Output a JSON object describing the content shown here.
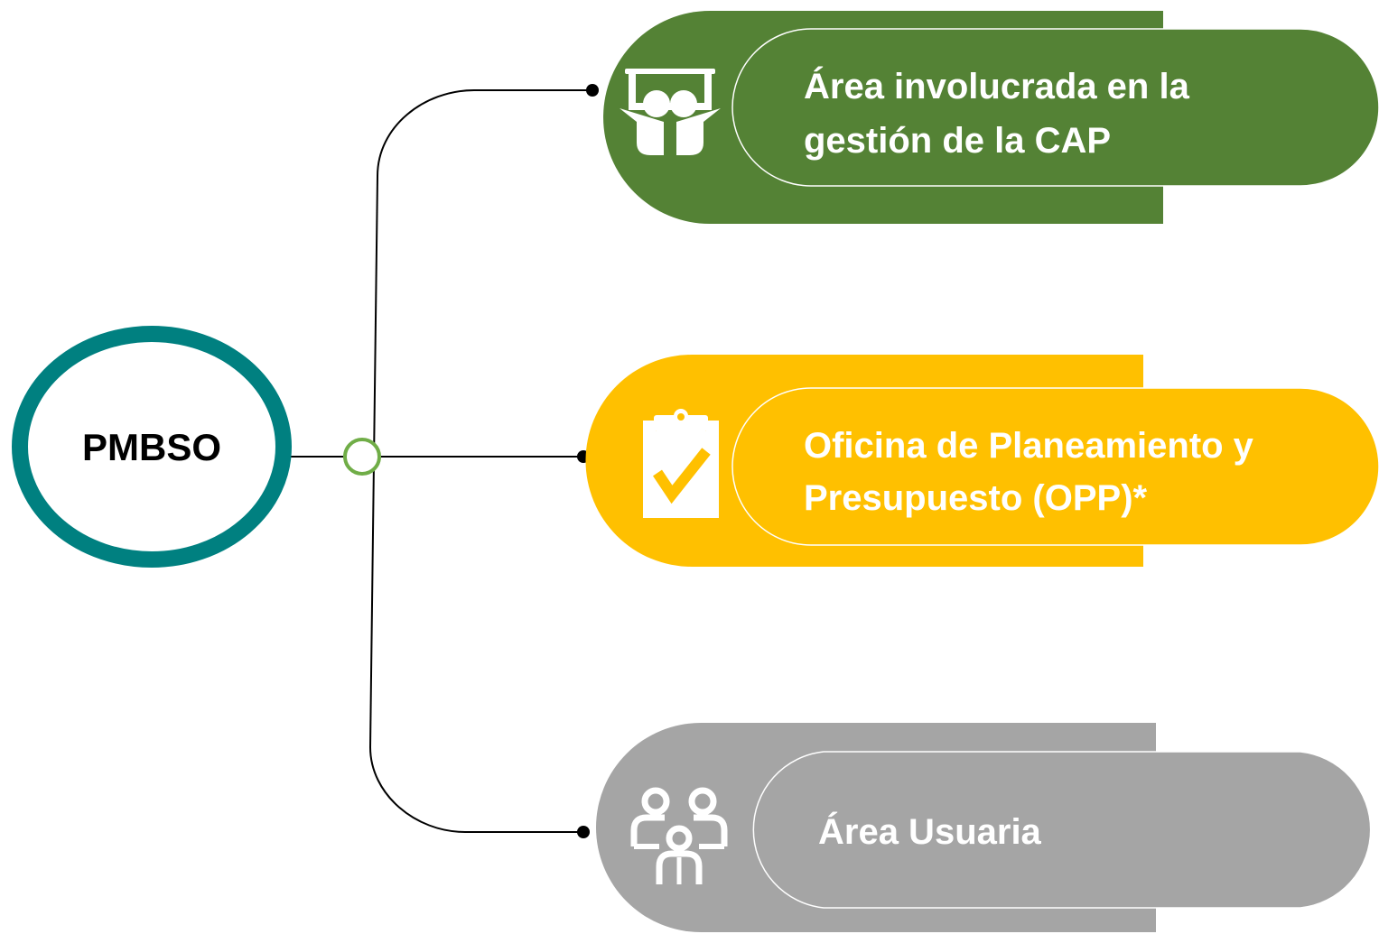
{
  "root": {
    "label": "PMBSO",
    "ring_color": "#008080"
  },
  "branches": [
    {
      "label_line1": "Área involucrada en la",
      "label_line2": "gestión de la CAP",
      "color": "#548235",
      "icon": "group-presentation-icon"
    },
    {
      "label_line1": "Oficina de Planeamiento y",
      "label_line2": "Presupuesto (OPP)*",
      "color": "#FFC000",
      "icon": "clipboard-check-icon"
    },
    {
      "label_line1": "Área Usuaria",
      "color": "#A5A5A5",
      "icon": "users-group-icon"
    }
  ],
  "junction_color": "#70AD47"
}
